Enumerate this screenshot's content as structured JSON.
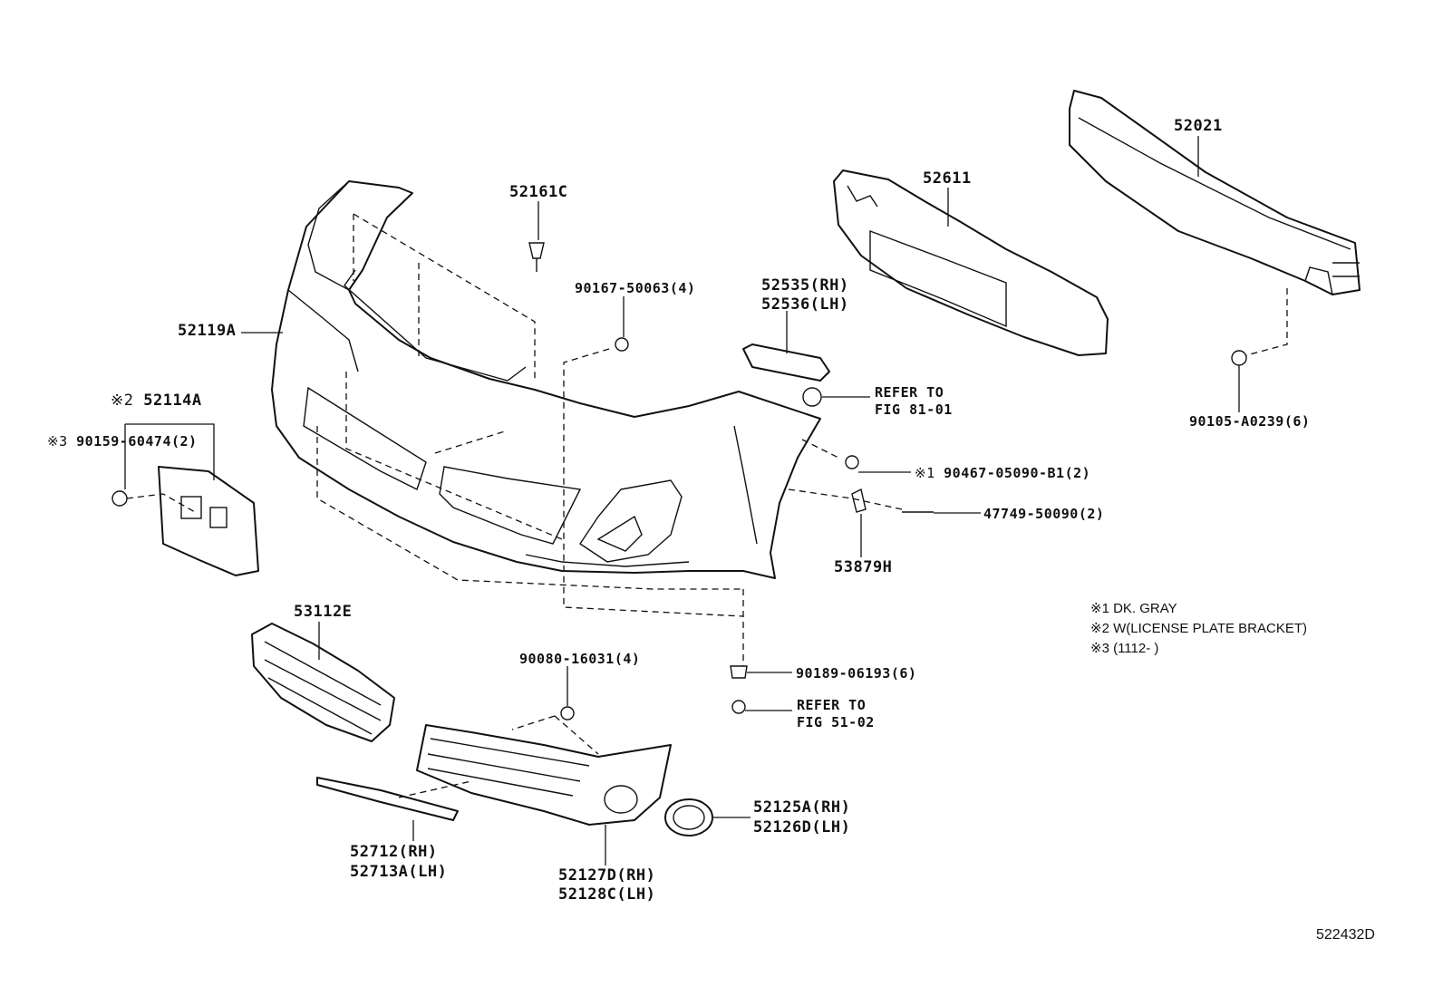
{
  "parts": {
    "bumper_cover": "52119A",
    "reinforcement": "52021",
    "absorber": "52611",
    "clip_top": "52161C",
    "screw_top": "90167-50063(4)",
    "retainer_rh": "52535(RH)",
    "retainer_lh": "52536(LH)",
    "refer_81_line1": "REFER TO",
    "refer_81_line2": "FIG 81-01",
    "bolt_reinf": "90105-A0239(6)",
    "plate_bracket_mark": "※2",
    "plate_bracket": "52114A",
    "plate_screw_mark": "※3",
    "plate_screw": "90159-60474(2)",
    "clip_side_mark": "※1",
    "clip_side": "90467-05090-B1(2)",
    "screw_side": "47749-50090(2)",
    "nut_side": "53879H",
    "grille_upper": "53112E",
    "screw_grille": "90080-16031(4)",
    "nut_lower": "90189-06193(6)",
    "refer_51_line1": "REFER TO",
    "refer_51_line2": "FIG 51-02",
    "fog_cover_rh": "52125A(RH)",
    "fog_cover_lh": "52126D(LH)",
    "moulding_rh": "52712(RH)",
    "moulding_lh": "52713A(LH)",
    "grille_lower_rh": "52127D(RH)",
    "grille_lower_lh": "52128C(LH)"
  },
  "notes": {
    "n1": "※1 DK. GRAY",
    "n2": "※2 W(LICENSE PLATE BRACKET)",
    "n3": "※3 (1112-        )"
  },
  "figure_id": "522432D"
}
